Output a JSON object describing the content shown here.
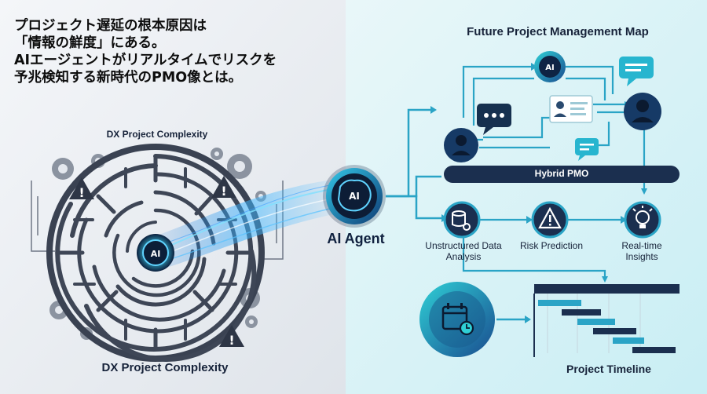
{
  "headline": {
    "line1": "プロジェクト遅延の根本原因は",
    "line2": "「情報の鮮度」にある。",
    "line3": "AIエージェントがリアルタイムでリスクを",
    "line4": "予兆検知する新時代のPMO像とは。"
  },
  "left": {
    "complexity_top": "DX Project Complexity",
    "complexity_bottom": "DX Project Complexity",
    "center_chip": "AI"
  },
  "agent": {
    "label": "AI Agent",
    "chip": "AI"
  },
  "map": {
    "title": "Future Project Management Map",
    "top_chip": "AI",
    "hybrid_bar": "Hybrid PMO",
    "nodes": {
      "unstructured": "Unstructured Data Analysis",
      "risk": "Risk Prediction",
      "realtime": "Real-time Insights"
    },
    "timeline_label": "Project Timeline"
  },
  "colors": {
    "navy": "#1b2f4f",
    "teal": "#2aa4c6",
    "cyan": "#3ec5e0",
    "glow": "#5fd3ff",
    "maze": "#3e4656"
  }
}
